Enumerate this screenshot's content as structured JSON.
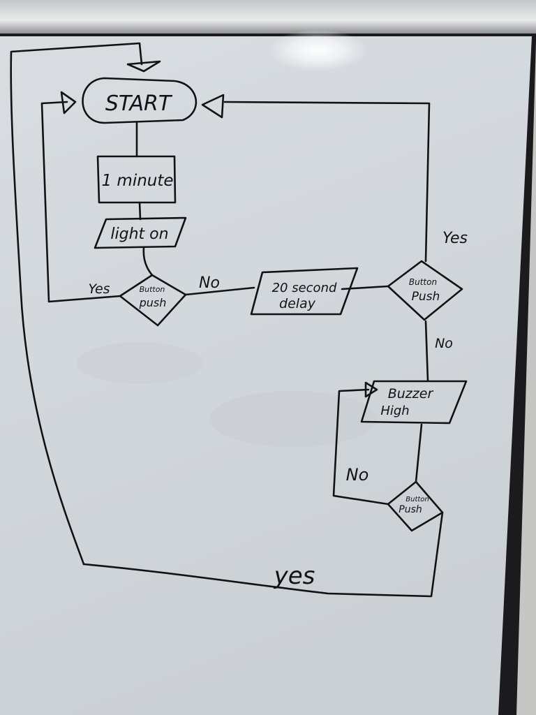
{
  "flowchart": {
    "start_label": "START",
    "step_one_minute": "1 minute",
    "step_light_on": "light on",
    "decision_button_push_1_line1": "Button",
    "decision_button_push_1_line2": "push",
    "edge_yes_left": "Yes",
    "edge_no_middle": "No",
    "step_delay_line1": "20 second",
    "step_delay_line2": "delay",
    "decision_button_push_2_line1": "Button",
    "decision_button_push_2_line2": "Push",
    "edge_yes_right": "Yes",
    "edge_no_right": "No",
    "step_buzzer_line1": "Buzzer",
    "step_buzzer_line2": "High",
    "edge_no_loop": "No",
    "decision_button_push_3_line1": "Button",
    "decision_button_push_3_line2": "Push",
    "edge_yes_bottom": "yes"
  },
  "colors": {
    "ink": "#121212",
    "board": "#dde1e4",
    "frame": "#1b1b1d",
    "wall": "#c9cac8"
  }
}
